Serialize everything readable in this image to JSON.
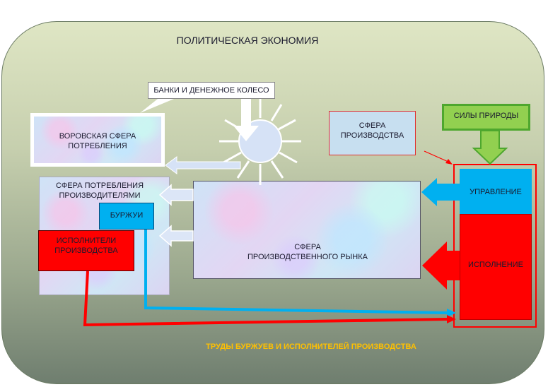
{
  "title": "ПОЛИТИЧЕСКАЯ ЭКОНОМИЯ",
  "banks": "БАНКИ И ДЕНЕЖНОЕ КОЛЕСО",
  "thief_sphere": {
    "line1": "ВОРОВСКАЯ СФЕРА",
    "line2": "ПОТРЕБЛЕНИЯ"
  },
  "producer_consumption": {
    "line1": "СФЕРА ПОТРЕБЛЕНИЯ",
    "line2": "ПРОИЗВОДИТЕЛЯМИ"
  },
  "bourgeois": "БУРЖУИ",
  "executors": {
    "line1": "ИСПОЛНИТЕЛИ",
    "line2": "ПРОИЗВОДСТВА"
  },
  "market": {
    "line1": "СФЕРА",
    "line2": "ПРОИЗВОДСТВЕННОГО РЫНКА"
  },
  "production_sphere": {
    "line1": "СФЕРА",
    "line2": "ПРОИЗВОДСТВА"
  },
  "nature": "СИЛЫ ПРИРОДЫ",
  "management": "УПРАВЛЕНИЕ",
  "execution": "ИСПОЛНЕНИЕ",
  "labor": "ТРУДЫ БУРЖУЕВ И ИСПОЛНИТЕЛЕЙ ПРОИЗВОДСТВА",
  "colors": {
    "blue": "#00b0f0",
    "red": "#ff0000",
    "green": "#92d050",
    "label_yellow": "#ffc000"
  }
}
